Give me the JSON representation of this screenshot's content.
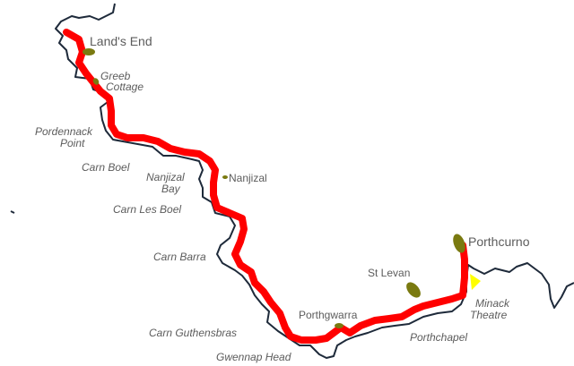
{
  "colors": {
    "background": "#ffffff",
    "coastline": "#1e2a3a",
    "route": "#ff0000",
    "settlement": "#7a7a10",
    "theatre_marker": "#ffff00",
    "label": "#5c5c5c"
  },
  "labels": {
    "lands_end": "Land's End",
    "greeb_cottage_1": "Greeb",
    "greeb_cottage_2": "Cottage",
    "pordennack_1": "Pordennack",
    "pordennack_2": "Point",
    "carn_boel": "Carn Boel",
    "nanjizal_bay_1": "Nanjizal",
    "nanjizal_bay_2": "Bay",
    "nanjizal": "Nanjizal",
    "carn_les_boel": "Carn Les Boel",
    "carn_barra": "Carn Barra",
    "porthcurno": "Porthcurno",
    "st_levan": "St Levan",
    "minack_1": "Minack",
    "minack_2": "Theatre",
    "porthgwarra": "Porthgwarra",
    "porthchapel": "Porthchapel",
    "carn_guthensbras": "Carn Guthensbras",
    "gwennap_head": "Gwennap Head"
  }
}
